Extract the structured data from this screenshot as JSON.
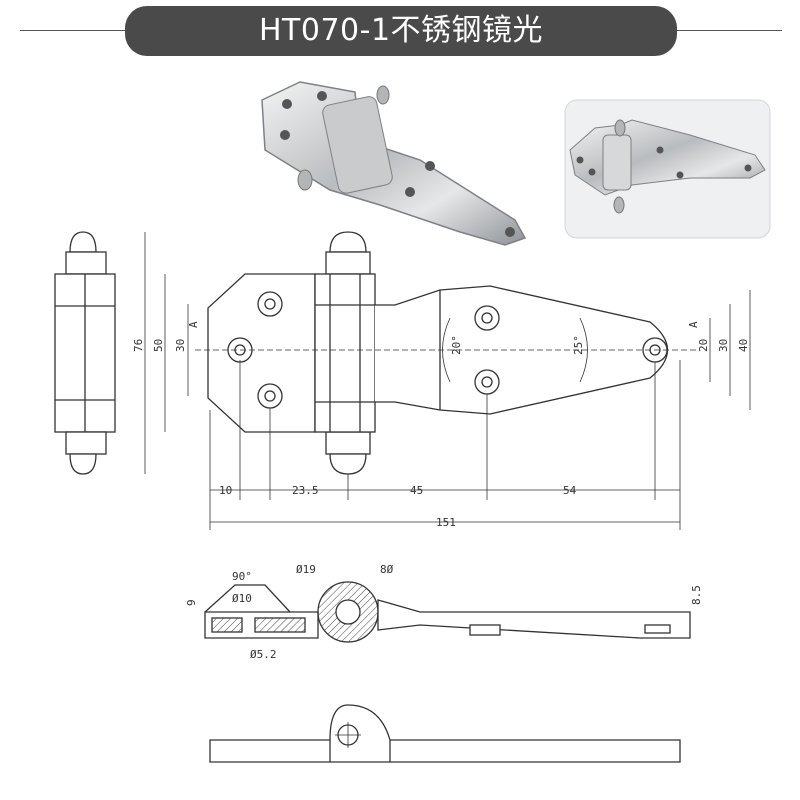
{
  "title": "HT070-1不锈钢镜光",
  "dims": {
    "h76": "76",
    "h50": "50",
    "h30l": "30",
    "h20l": "20°",
    "h25": "25°",
    "h20r": "20",
    "h30r": "30",
    "h40": "40",
    "a_left": "A",
    "a_right": "A",
    "d10": "10",
    "d23": "23.5",
    "d45": "45",
    "d54": "54",
    "d151": "151",
    "ang90": "90°",
    "phi10": "Ø10",
    "phi52": "Ø5.2",
    "phi19": "Ø19",
    "phi8": "8Ø",
    "h9": "9",
    "h85": "8.5"
  },
  "colors": {
    "line": "#333333",
    "title_bg": "#4a4a4a"
  }
}
